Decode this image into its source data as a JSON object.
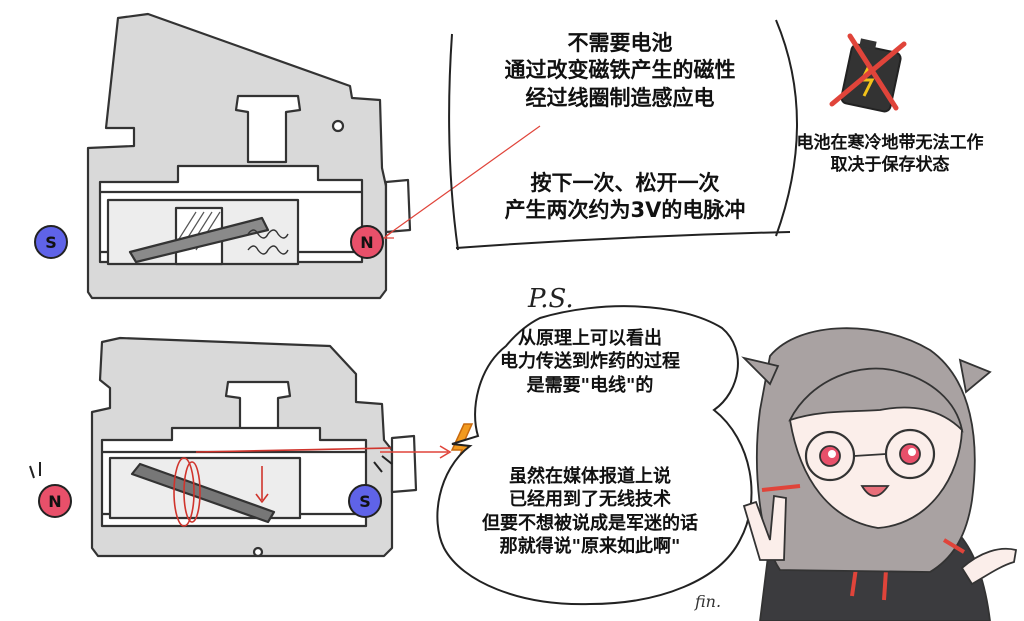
{
  "panel_top": {
    "magnet_left": "S",
    "magnet_right": "N",
    "text_main": [
      "不需要电池",
      "通过改变磁铁产生的磁性",
      "经过线圈制造感应电"
    ],
    "text_pulse": [
      "按下一次、松开一次",
      "产生两次约为3V的电脉冲"
    ],
    "text_battery": [
      "电池在寒冷地带无法工作",
      "取决于保存状态"
    ]
  },
  "panel_bottom": {
    "magnet_left": "N",
    "magnet_right": "S",
    "ps_label": "P.S.",
    "text_principle": [
      "从原理上可以看出",
      "电力传送到炸药的过程",
      "是需要\"电线\"的"
    ],
    "text_media": [
      "虽然在媒体报道上说",
      "已经用到了无线技术",
      "但要不想被说成是军迷的话",
      "那就得说\"原来如此啊\""
    ],
    "signature": "fin."
  },
  "icons": [
    "battery-crossed-icon",
    "spark-icon",
    "character-illustration"
  ],
  "colors": {
    "device_gray": "#d9d9d9",
    "magnet_s": "#5f63e8",
    "magnet_n": "#e8506a",
    "arrow_red": "#e0443a",
    "spark_orange": "#f29a1f"
  }
}
